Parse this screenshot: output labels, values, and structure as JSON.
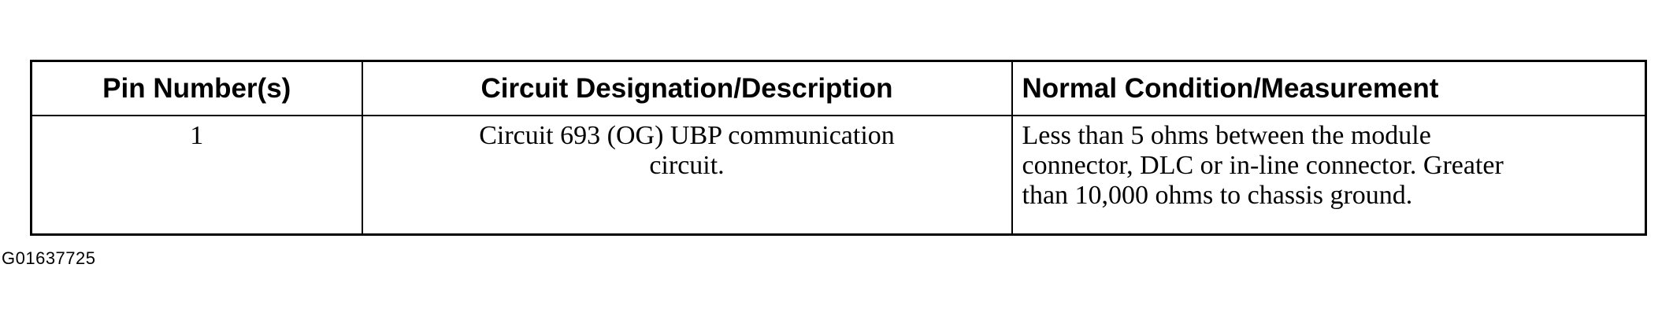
{
  "table": {
    "headers": [
      "Pin Number(s)",
      "Circuit Designation/Description",
      "Normal Condition/Measurement"
    ],
    "rows": [
      {
        "pin": "1",
        "circuit_lines": [
          "Circuit 693 (OG) UBP communication",
          "circuit."
        ],
        "normal_lines": [
          "Less than 5 ohms between the module",
          "connector, DLC or in-line connector. Greater",
          "than 10,000 ohms to chassis ground."
        ]
      }
    ]
  },
  "figure_id": "G01637725"
}
